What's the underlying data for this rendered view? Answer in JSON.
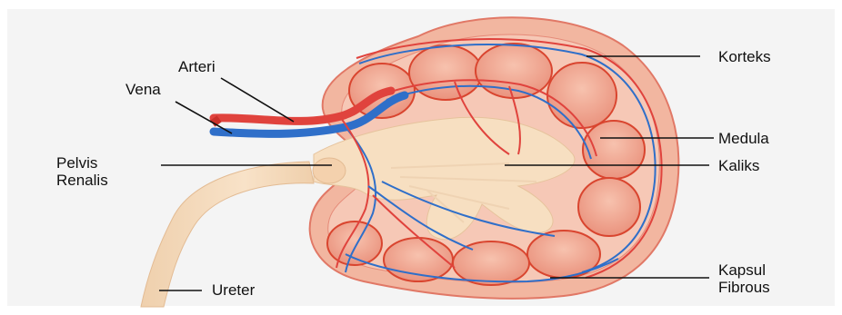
{
  "labels": {
    "arteri": "Arteri",
    "vena": "Vena",
    "pelvis_line1": "Pelvis",
    "pelvis_line2": "Renalis",
    "ureter": "Ureter",
    "korteks": "Korteks",
    "medula": "Medula",
    "kaliks": "Kaliks",
    "kapsul_line1": "Kapsul",
    "kapsul_line2": "Fibrous"
  },
  "colors": {
    "background": "#f4f4f4",
    "capsule_fill": "#f2b6a0",
    "capsule_stroke": "#e17866",
    "cortex_fill": "#f6c8b6",
    "pyramid_fill": "#efa08c",
    "pelvis_fill": "#f7dfc1",
    "artery": "#e0433d",
    "vein": "#2f6fc9",
    "leader_line": "#111111"
  }
}
